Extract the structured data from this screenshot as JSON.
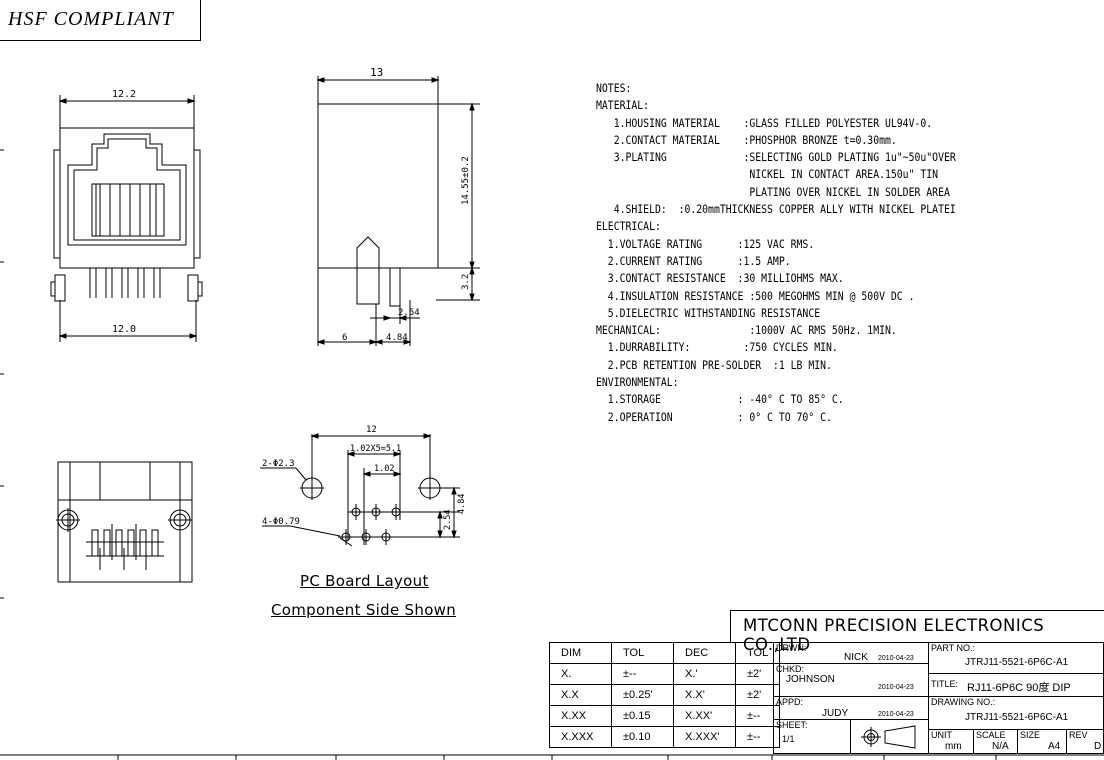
{
  "badge": "HSF COMPLIANT",
  "dims": {
    "front_top": "12.2",
    "front_bottom": "12.0",
    "side_top": "13",
    "side_height": "14.55±0.2",
    "side_pin": "3.2",
    "side_pitch": "2.54",
    "side_left": "6",
    "side_right": "4.84",
    "pcb_width": "12",
    "pcb_pitch": "1.02X5=5.1",
    "pcb_small": "1.02",
    "pcb_hole_big": "2-Φ2.3",
    "pcb_hole_small": "4-Φ0.79",
    "pcb_v1": "2.54",
    "pcb_v2": "4.84"
  },
  "captions": {
    "line1": "PC Board Layout",
    "line2": "Component Side Shown"
  },
  "notes": [
    "NOTES:",
    "MATERIAL:",
    "   1.HOUSING MATERIAL    :GLASS FILLED POLYESTER UL94V-0.",
    "   2.CONTACT MATERIAL    :PHOSPHOR BRONZE t=0.30mm.",
    "   3.PLATING             :SELECTING GOLD PLATING 1u\"~50u\"OVER",
    "                          NICKEL IN CONTACT AREA.150u\" TIN",
    "                          PLATING OVER NICKEL IN SOLDER AREA",
    "   4.SHIELD:  :0.20mmTHICKNESS COPPER ALLY WITH NICKEL PLATEI",
    "ELECTRICAL:",
    "  1.VOLTAGE RATING      :125 VAC RMS.",
    "  2.CURRENT RATING      :1.5 AMP.",
    "  3.CONTACT RESISTANCE  :30 MILLIOHMS MAX.",
    "  4.INSULATION RESISTANCE :500 MEGOHMS MIN @ 500V DC .",
    "  5.DIELECTRIC WITHSTANDING RESISTANCE",
    "MECHANICAL:               :1000V AC RMS 50Hz. 1MIN.",
    "  1.DURRABILITY:         :750 CYCLES MIN.",
    "  2.PCB RETENTION PRE-SOLDER  :1 LB MIN.",
    "ENVIRONMENTAL:",
    "  1.STORAGE             : -40° C TO 85° C.",
    "  2.OPERATION           : 0° C TO 70° C."
  ],
  "company": "MTCONN PRECISION ELECTRONICS CO.,LTD",
  "tolerance": {
    "headers": [
      "DIM",
      "TOL",
      "DEC",
      "TOL"
    ],
    "rows": [
      [
        "X.",
        "±--",
        "X.'",
        "±2'"
      ],
      [
        "X.X",
        "±0.25'",
        "X.X'",
        "±2'"
      ],
      [
        "X.XX",
        "±0.15",
        "X.XX'",
        "±--"
      ],
      [
        "X.XXX",
        "±0.10",
        "X.XXX'",
        "±--"
      ]
    ]
  },
  "title_block": {
    "drawn_label": "DRWN:",
    "drawn_name": "NICK",
    "drawn_date": "2010-04-23",
    "checked_label": "CHKD:",
    "checked_name": "JOHNSON",
    "checked_date": "2010-04-23",
    "approved_label": "APPD:",
    "approved_name": "JUDY",
    "approved_date": "2010-04-23",
    "sheet_label": "SHEET:",
    "sheet_value": "1/1",
    "part_label": "PART NO.:",
    "part_value": "JTRJ11-5521-6P6C-A1",
    "title_label": "TITLE:",
    "title_value": "RJ11-6P6C 90度 DIP",
    "drawing_label": "DRAWING NO.:",
    "drawing_value": "JTRJ11-5521-6P6C-A1",
    "unit_label": "UNIT",
    "unit_value": "mm",
    "scale_label": "SCALE",
    "scale_value": "N/A",
    "size_label": "SIZE",
    "size_value": "A4",
    "rev_label": "REV",
    "rev_value": "D"
  },
  "colors": {
    "ink": "#000000",
    "paper": "#ffffff"
  }
}
